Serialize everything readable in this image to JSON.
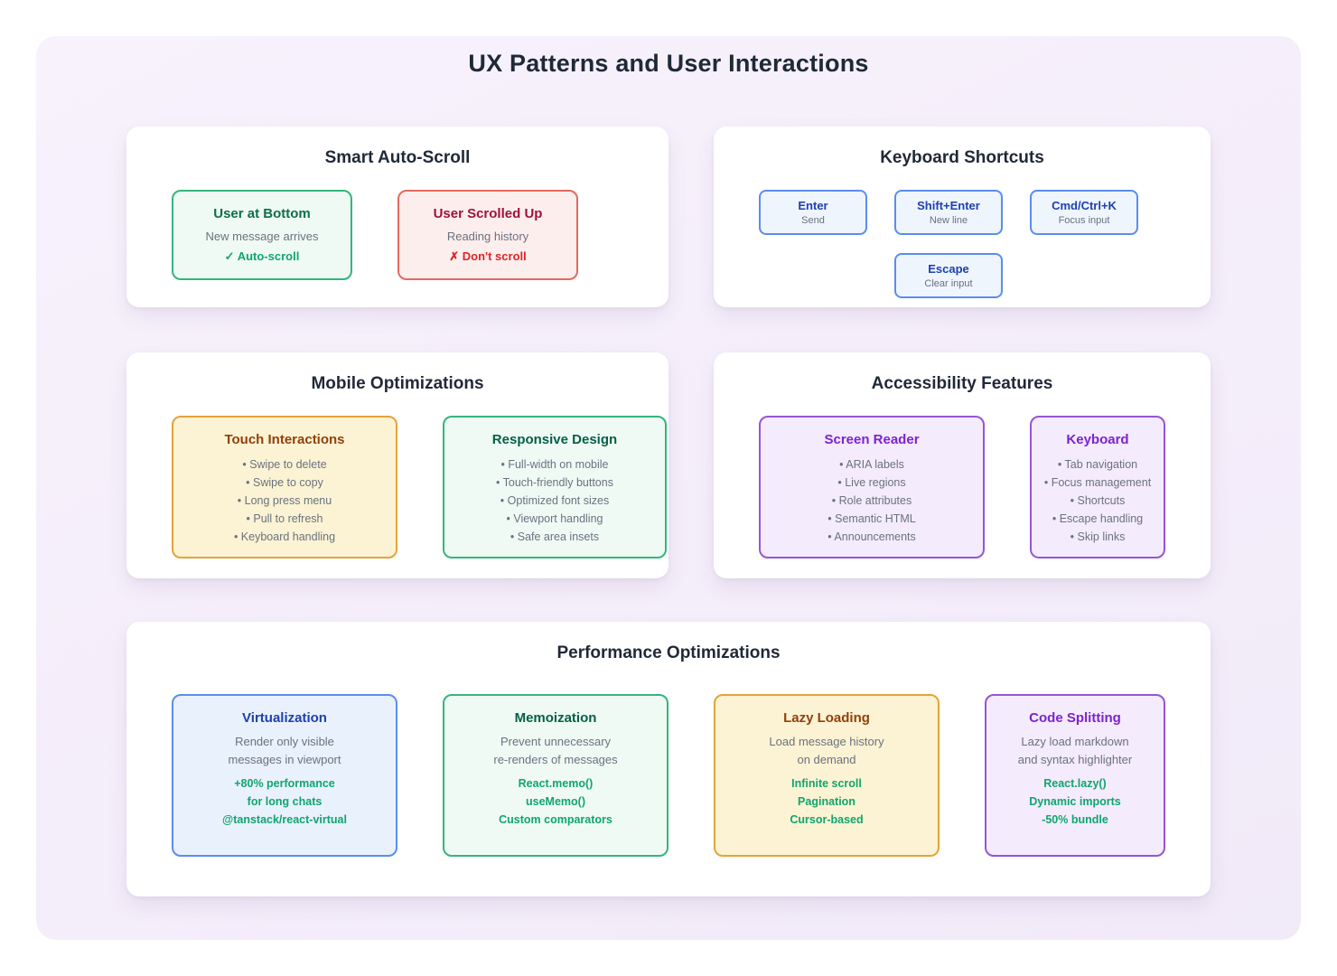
{
  "page_title": "UX Patterns and User Interactions",
  "colors": {
    "canvas_bg": "#f5effb",
    "panel_bg": "#ffffff",
    "heading_text": "#1f2937",
    "muted_text": "#6b7280",
    "success_border": "#35b57e",
    "success_bg": "#effaf4",
    "success_title": "#0e6e4c",
    "success_accent": "#10a56f",
    "danger_border": "#e4695f",
    "danger_bg": "#fdeeee",
    "danger_title": "#9f1239",
    "danger_accent": "#dc2626",
    "info_border": "#5b8def",
    "info_bg": "#e9f1fc",
    "info_title": "#1e40af",
    "warning_border": "#e6a23c",
    "warning_bg": "#fbf3d3",
    "warning_title": "#92400e",
    "purple_border": "#9655d4",
    "purple_bg": "#f4ebfc",
    "purple_title": "#7e22ce"
  },
  "auto_scroll": {
    "title": "Smart Auto-Scroll",
    "cards": [
      {
        "title": "User at Bottom",
        "subtitle": "New message arrives",
        "status": "✓ Auto-scroll"
      },
      {
        "title": "User Scrolled Up",
        "subtitle": "Reading history",
        "status": "✗ Don't scroll"
      }
    ]
  },
  "shortcuts": {
    "title": "Keyboard Shortcuts",
    "keys": [
      {
        "key": "Enter",
        "action": "Send"
      },
      {
        "key": "Shift+Enter",
        "action": "New line"
      },
      {
        "key": "Cmd/Ctrl+K",
        "action": "Focus input"
      },
      {
        "key": "Escape",
        "action": "Clear input"
      }
    ]
  },
  "mobile": {
    "title": "Mobile Optimizations",
    "cards": [
      {
        "title": "Touch Interactions",
        "items": [
          "Swipe to delete",
          "Swipe to copy",
          "Long press menu",
          "Pull to refresh",
          "Keyboard handling"
        ]
      },
      {
        "title": "Responsive Design",
        "items": [
          "Full-width on mobile",
          "Touch-friendly buttons",
          "Optimized font sizes",
          "Viewport handling",
          "Safe area insets"
        ]
      }
    ]
  },
  "accessibility": {
    "title": "Accessibility Features",
    "cards": [
      {
        "title": "Screen Reader",
        "items": [
          "ARIA labels",
          "Live regions",
          "Role attributes",
          "Semantic HTML",
          "Announcements"
        ]
      },
      {
        "title": "Keyboard",
        "items": [
          "Tab navigation",
          "Focus management",
          "Shortcuts",
          "Escape handling",
          "Skip links"
        ]
      }
    ]
  },
  "performance": {
    "title": "Performance Optimizations",
    "cards": [
      {
        "title": "Virtualization",
        "desc1": "Render only visible",
        "desc2": "messages in viewport",
        "highlights": [
          "+80% performance",
          "for long chats",
          "@tanstack/react-virtual"
        ]
      },
      {
        "title": "Memoization",
        "desc1": "Prevent unnecessary",
        "desc2": "re-renders of messages",
        "highlights": [
          "React.memo()",
          "useMemo()",
          "Custom comparators"
        ]
      },
      {
        "title": "Lazy Loading",
        "desc1": "Load message history",
        "desc2": "on demand",
        "highlights": [
          "Infinite scroll",
          "Pagination",
          "Cursor-based"
        ]
      },
      {
        "title": "Code Splitting",
        "desc1": "Lazy load markdown",
        "desc2": "and syntax highlighter",
        "highlights": [
          "React.lazy()",
          "Dynamic imports",
          "-50% bundle"
        ]
      }
    ]
  }
}
